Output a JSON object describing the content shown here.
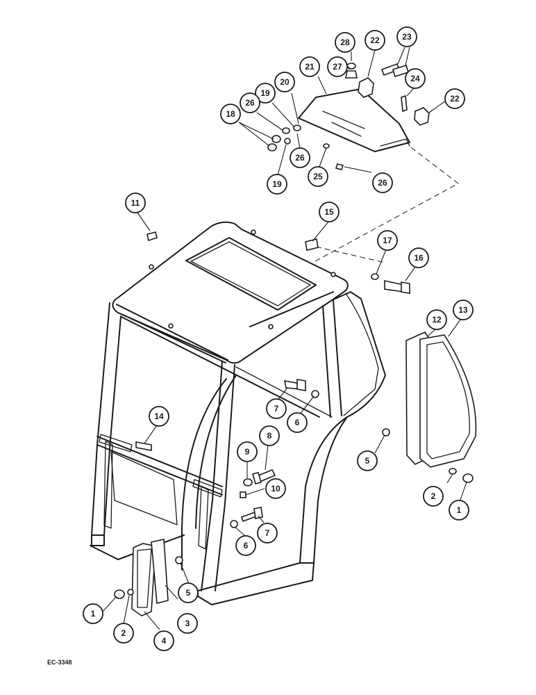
{
  "drawing_reference": "EC-3348",
  "callouts": [
    {
      "id": "c28",
      "label": "28"
    },
    {
      "id": "c22a",
      "label": "22"
    },
    {
      "id": "c23",
      "label": "23"
    },
    {
      "id": "c27",
      "label": "27"
    },
    {
      "id": "c21",
      "label": "21"
    },
    {
      "id": "c24",
      "label": "24"
    },
    {
      "id": "c20",
      "label": "20"
    },
    {
      "id": "c22b",
      "label": "22"
    },
    {
      "id": "c19a",
      "label": "19"
    },
    {
      "id": "c26a",
      "label": "26"
    },
    {
      "id": "c18",
      "label": "18"
    },
    {
      "id": "c26b",
      "label": "26"
    },
    {
      "id": "c25",
      "label": "25"
    },
    {
      "id": "c19b",
      "label": "19"
    },
    {
      "id": "c26c",
      "label": "26"
    },
    {
      "id": "c11",
      "label": "11"
    },
    {
      "id": "c15",
      "label": "15"
    },
    {
      "id": "c17",
      "label": "17"
    },
    {
      "id": "c16",
      "label": "16"
    },
    {
      "id": "c12",
      "label": "12"
    },
    {
      "id": "c13",
      "label": "13"
    },
    {
      "id": "c14",
      "label": "14"
    },
    {
      "id": "c7a",
      "label": "7"
    },
    {
      "id": "c6a",
      "label": "6"
    },
    {
      "id": "c5a",
      "label": "5"
    },
    {
      "id": "c9",
      "label": "9"
    },
    {
      "id": "c8",
      "label": "8"
    },
    {
      "id": "c10",
      "label": "10"
    },
    {
      "id": "c2a",
      "label": "2"
    },
    {
      "id": "c1a",
      "label": "1"
    },
    {
      "id": "c6b",
      "label": "6"
    },
    {
      "id": "c7b",
      "label": "7"
    },
    {
      "id": "c5b",
      "label": "5"
    },
    {
      "id": "c1b",
      "label": "1"
    },
    {
      "id": "c2b",
      "label": "2"
    },
    {
      "id": "c4",
      "label": "4"
    },
    {
      "id": "c3",
      "label": "3"
    }
  ]
}
